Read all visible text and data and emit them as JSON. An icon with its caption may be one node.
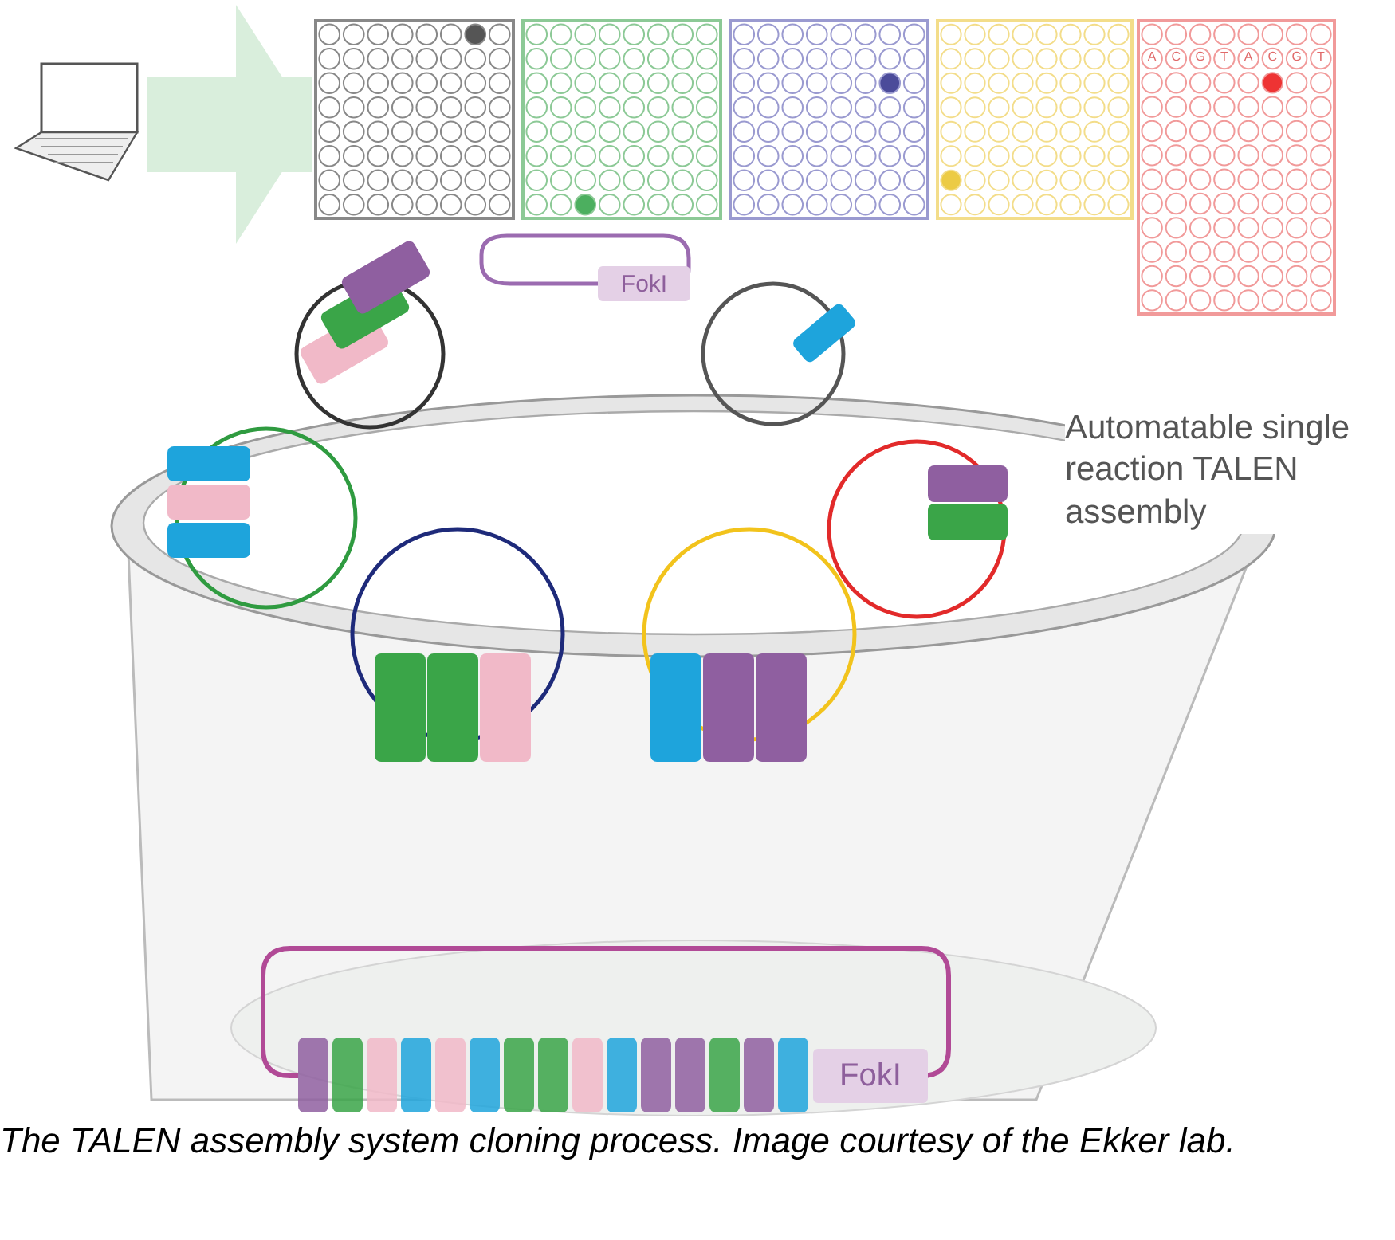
{
  "diagram": {
    "caption": "The TALEN assembly system cloning process. Image courtesy of the Ekker lab.",
    "nodes": [
      {
        "text": [],
        "shape": "picture"
      },
      {
        "text": [],
        "shape": "box"
      },
      {
        "text": [],
        "shape": "box"
      },
      {
        "text": [],
        "shape": "box"
      },
      {
        "text": [],
        "shape": "box"
      },
      {
        "text": [],
        "shape": "box"
      },
      {
        "text": [
          "FokI"
        ]
      },
      {
        "text": [
          "FokI"
        ]
      }
    ],
    "edges": [
      {
        "from": 0,
        "to": 1,
        "arrow": "to"
      }
    ],
    "labels": [
      "A",
      "C",
      "G",
      "T",
      "A",
      "C",
      "G",
      "T",
      "Automatable single reaction TALEN assembly"
    ]
  }
}
